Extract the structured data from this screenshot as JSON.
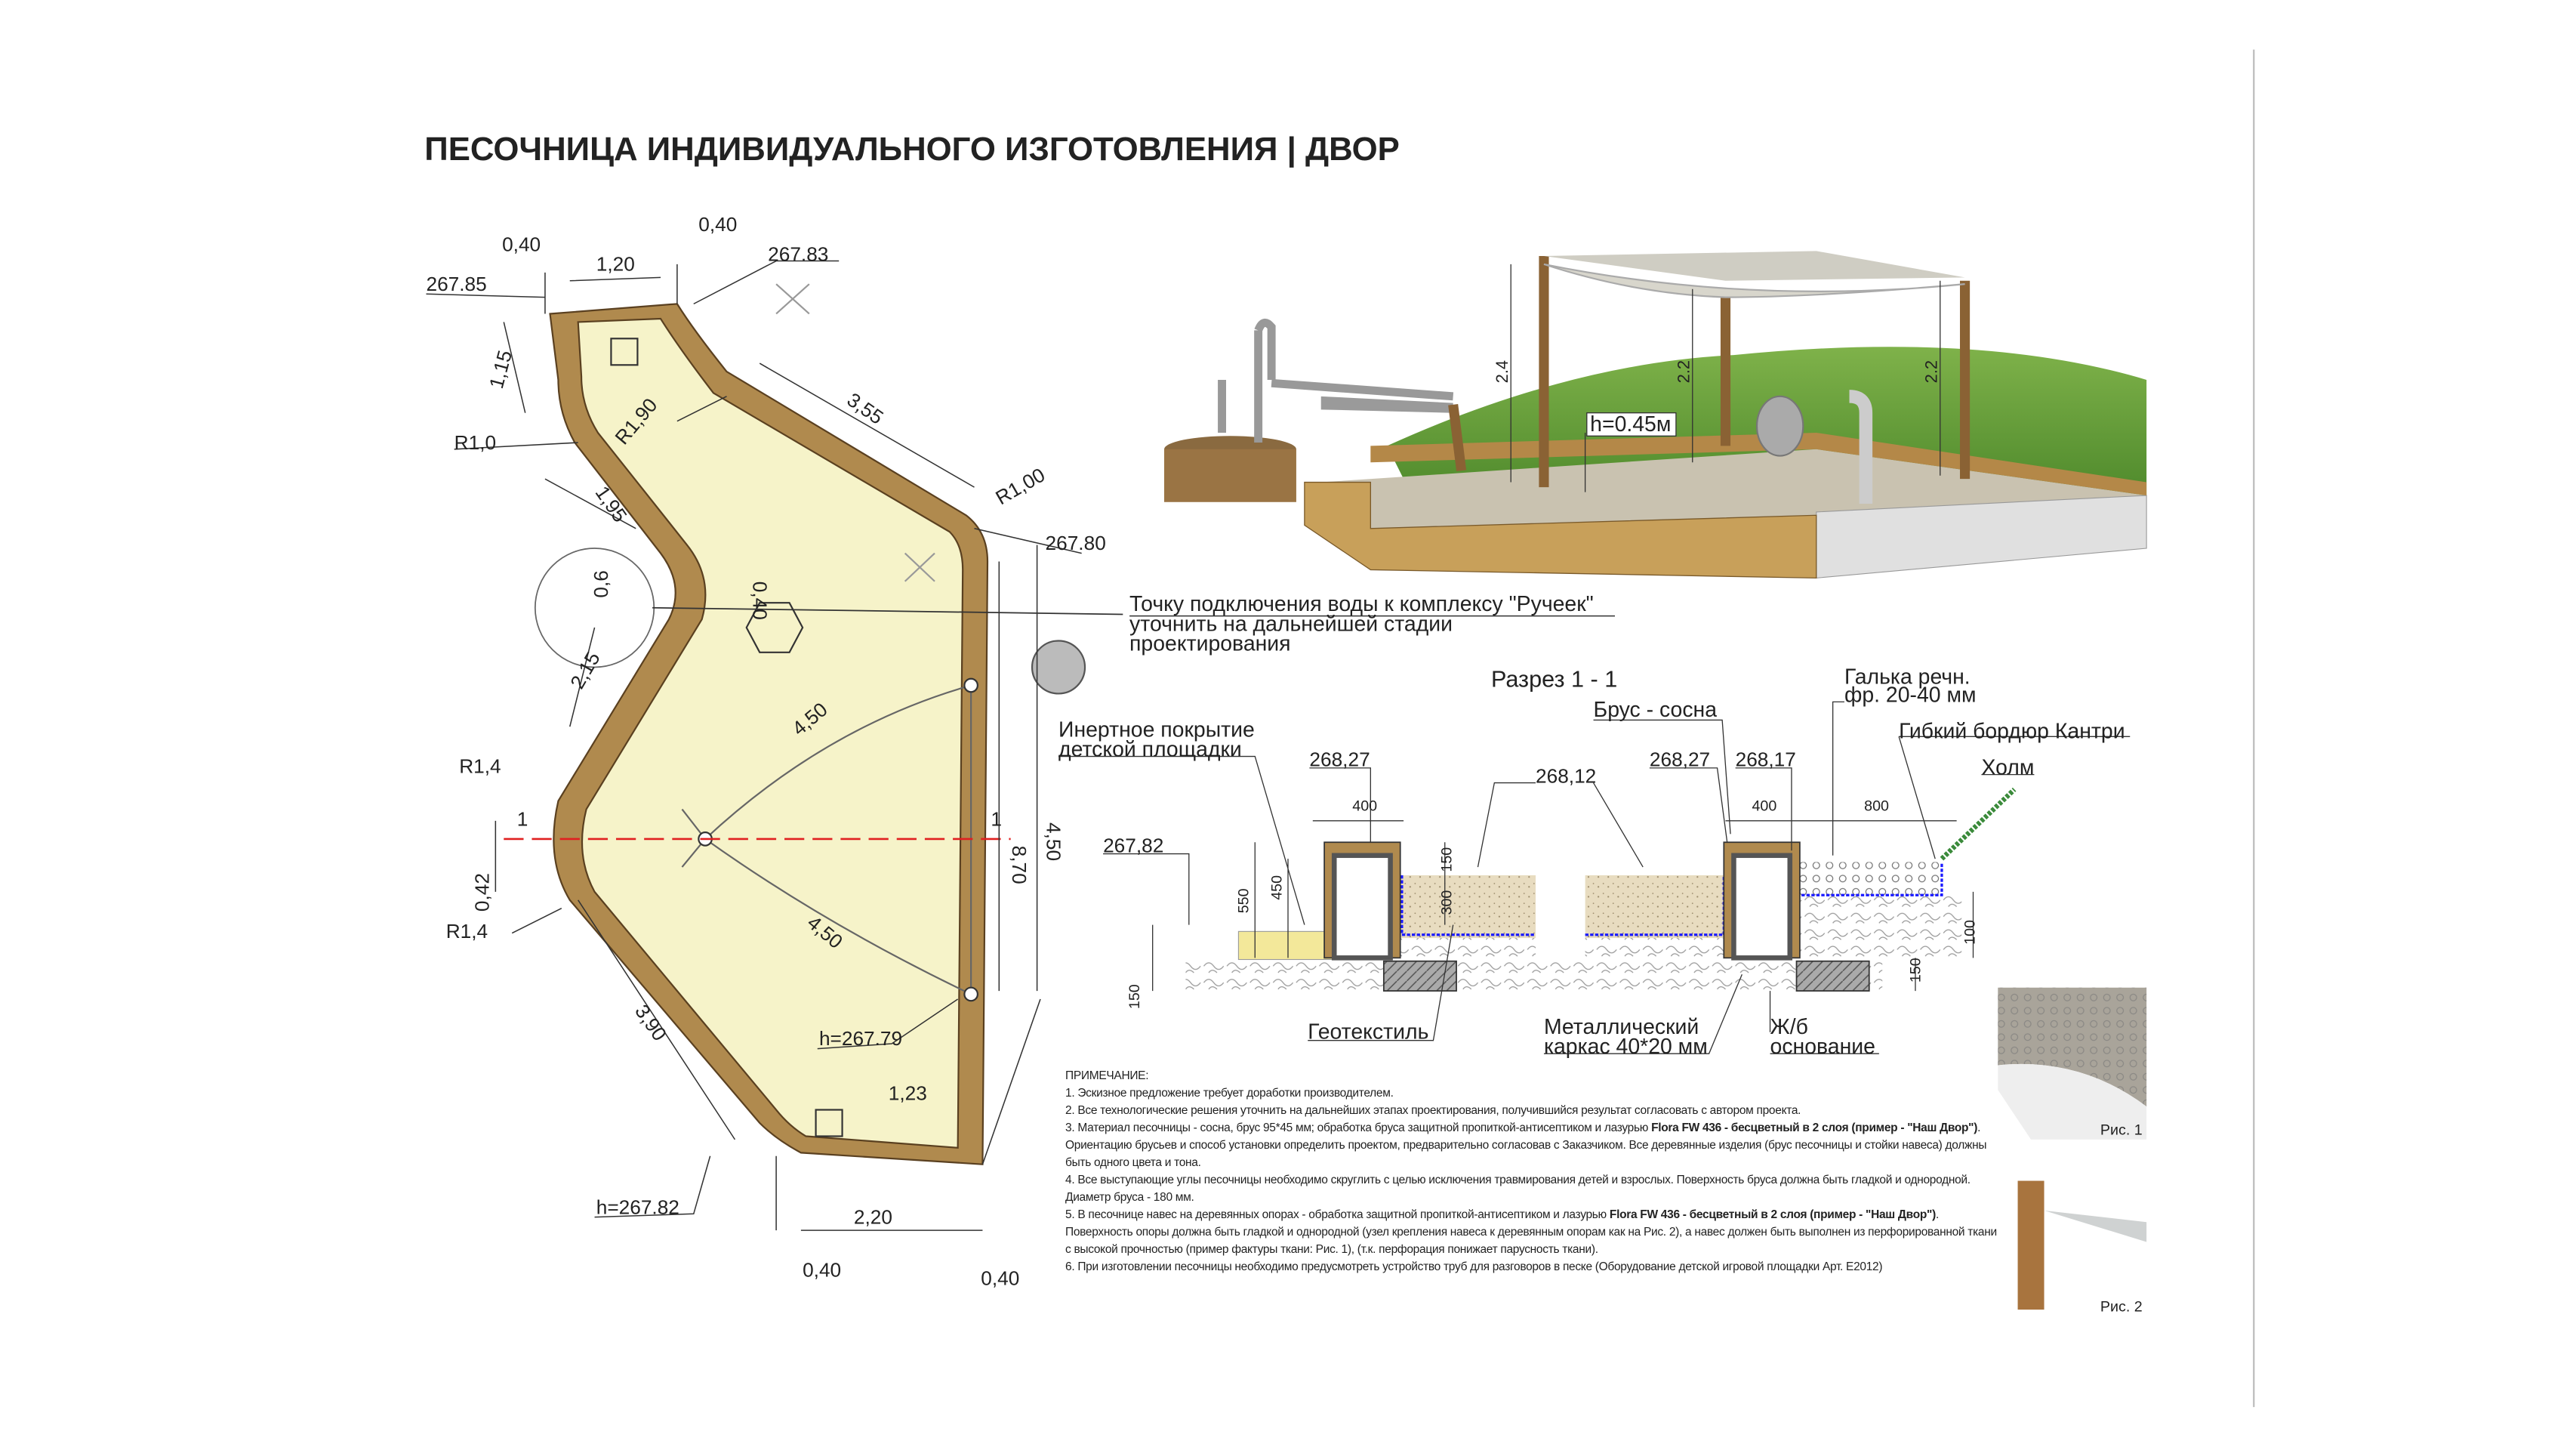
{
  "title": "ПЕСОЧНИЦА ИНДИВИДУАЛЬНОГО ИЗГОТОВЛЕНИЯ | ДВОР",
  "colors": {
    "wood": "#b08a4e",
    "sand_fill": "#f6f3c9",
    "grass": "#6aa040",
    "section_line": "#e02020",
    "geotextile": "#1a1aff"
  },
  "plan": {
    "dims": [
      "0,40",
      "1,20",
      "0,40",
      "267.83",
      "267.85",
      "1,15",
      "R1,90",
      "3,55",
      "R1,0",
      "R1,00",
      "1,95",
      "267.80",
      "0,40",
      "2,15",
      "4,50",
      "R1,4",
      "1",
      "1",
      "4,50",
      "8,70",
      "0,42",
      "R1,4",
      "4,50",
      "3,90",
      "h=267.79",
      "1,23",
      "h=267.82",
      "2,20",
      "0,40",
      "0,40",
      "0,6"
    ],
    "water_note": [
      "Точку подключения воды к комплексу \"Ручеек\"",
      "уточнить на дальнейшей стадии",
      "проектирования"
    ]
  },
  "render": {
    "heights": [
      "2.4",
      "2.2",
      "2.2"
    ],
    "h_label": "h=0.45м"
  },
  "section": {
    "title": "Разрез 1 - 1",
    "labels": {
      "pebble": [
        "Галька речн.",
        "фр. 20-40 мм"
      ],
      "beam": "Брус - сосна",
      "border": "Гибкий бордюр Кантри",
      "hill": "Холм",
      "inert": [
        "Инертное покрытие",
        "детской площадки"
      ],
      "geotextile": "Геотекстиль",
      "frame": [
        "Металлический",
        "каркас 40*20 мм"
      ],
      "base": [
        "Ж/б",
        "основание"
      ]
    },
    "marks": [
      "268,27",
      "268,12",
      "268,27",
      "268,17",
      "267,82"
    ],
    "dims": [
      "400",
      "400",
      "800",
      "550",
      "450",
      "150",
      "300",
      "100",
      "150",
      "150"
    ]
  },
  "figures": [
    "Рис. 1",
    "Рис. 2"
  ],
  "notes": {
    "heading": "ПРИМЕЧАНИЕ:",
    "items": [
      [
        {
          "t": "1. Эскизное предложение требует доработки производителем."
        }
      ],
      [
        {
          "t": "2. Все технологические решения уточнить на дальнейших этапах проектирования, получившийся результат согласовать с автором проекта."
        }
      ],
      [
        {
          "t": "3. Материал песочницы - сосна, брус 95*45 мм; обработка бруса защитной пропиткой-антисептиком и лазурью "
        },
        {
          "t": "Flora FW 436 - бесцветный в 2 слоя (пример - \"Наш Двор\")",
          "b": true
        },
        {
          "t": ". Ориентацию брусьев и способ установки определить проектом, предварительно согласовав с Заказчиком. Все деревянные изделия (брус песочницы и стойки навеса) должны быть одного цвета и тона."
        }
      ],
      [
        {
          "t": "4. Все выступающие углы песочницы необходимо скруглить с целью исключения травмирования детей и взрослых. Поверхность бруса должна быть гладкой и однородной. Диаметр бруса - 180 мм."
        }
      ],
      [
        {
          "t": "5. В песочнице навес на деревянных опорах - обработка защитной пропиткой-антисептиком и лазурью "
        },
        {
          "t": "Flora FW 436 - бесцветный в 2 слоя (пример - \"Наш Двор\")",
          "b": true
        },
        {
          "t": ". Поверхность опоры должна быть гладкой и однородной (узел крепления навеса к деревянным опорам как на Рис. 2), а навес должен быть выполнен из перфорированной ткани с высокой прочностью (пример фактуры ткани: Рис. 1), (т.к. перфорация понижает парусность ткани)."
        }
      ],
      [
        {
          "t": "6. При изготовлении песочницы необходимо предусмотреть устройство труб для разговоров в песке (Оборудование детской игровой площадки Арт. E2012)"
        }
      ]
    ]
  }
}
